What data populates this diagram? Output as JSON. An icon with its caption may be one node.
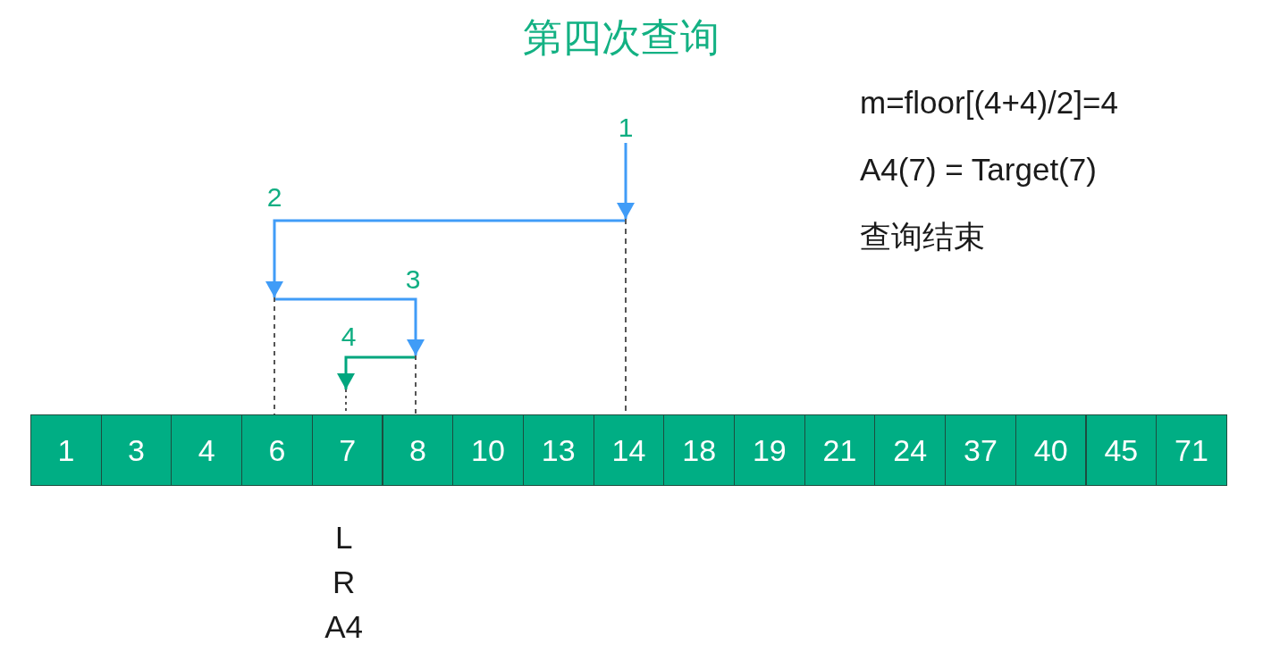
{
  "diagram": {
    "title": "第四次查询",
    "nodes": [
      {
        "text": [],
        "shape": "line"
      },
      {
        "text": [],
        "shape": "line"
      },
      {
        "text": [],
        "shape": "line"
      },
      {
        "text": [],
        "shape": "line"
      },
      {
        "text": [
          "1"
        ]
      },
      {
        "text": [
          "3"
        ]
      },
      {
        "text": [
          "4"
        ]
      },
      {
        "text": [
          "6"
        ]
      },
      {
        "text": [
          "7"
        ],
        "beside": [
          "L",
          "R",
          "A4"
        ]
      },
      {
        "text": [
          "8"
        ]
      },
      {
        "text": [
          "10"
        ]
      },
      {
        "text": [
          "13"
        ]
      },
      {
        "text": [
          "14"
        ]
      },
      {
        "text": [
          "18"
        ]
      },
      {
        "text": [
          "19"
        ]
      },
      {
        "text": [
          "21"
        ]
      },
      {
        "text": [
          "24"
        ]
      },
      {
        "text": [
          "37"
        ]
      },
      {
        "text": [
          "40"
        ]
      },
      {
        "text": [
          "45"
        ]
      },
      {
        "text": [
          "71"
        ]
      }
    ],
    "edges": [
      {
        "from": null,
        "to": 0,
        "arrow": "to",
        "label": "1"
      },
      {
        "from": 0,
        "to": 1,
        "arrow": "to",
        "label": "2"
      },
      {
        "from": 1,
        "to": 2,
        "arrow": "to",
        "label": "3"
      },
      {
        "from": 2,
        "to": 3,
        "arrow": "to",
        "label": "4",
        "color": "#00a67e"
      }
    ],
    "labels": [
      "m=floor[(4+4)/2]=4",
      "A4(7) = Target(7)",
      "查询结束"
    ]
  }
}
